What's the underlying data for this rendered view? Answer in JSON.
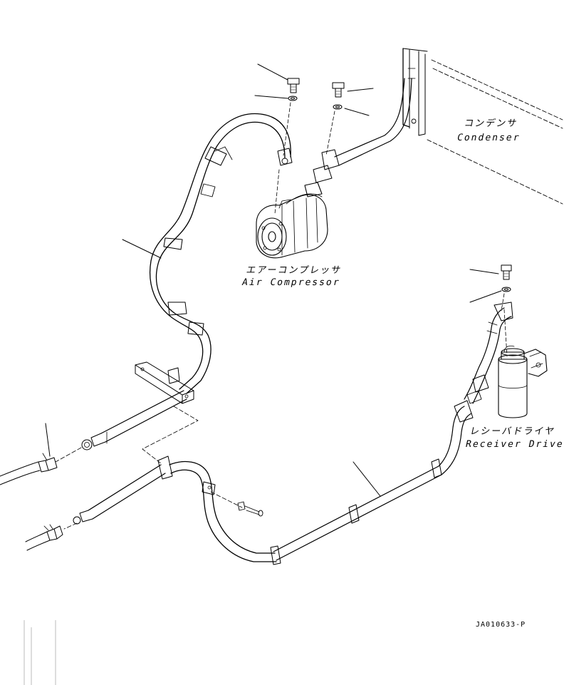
{
  "labels": {
    "condenser_jp": "コンデンサ",
    "condenser_en": "Condenser",
    "compressor_jp": "エアーコンプレッサ",
    "compressor_en": "Air Compressor",
    "receiver_jp": "レシーバドライヤ",
    "receiver_en": "Receiver Driver"
  },
  "drawing_code": "JA010633-P"
}
